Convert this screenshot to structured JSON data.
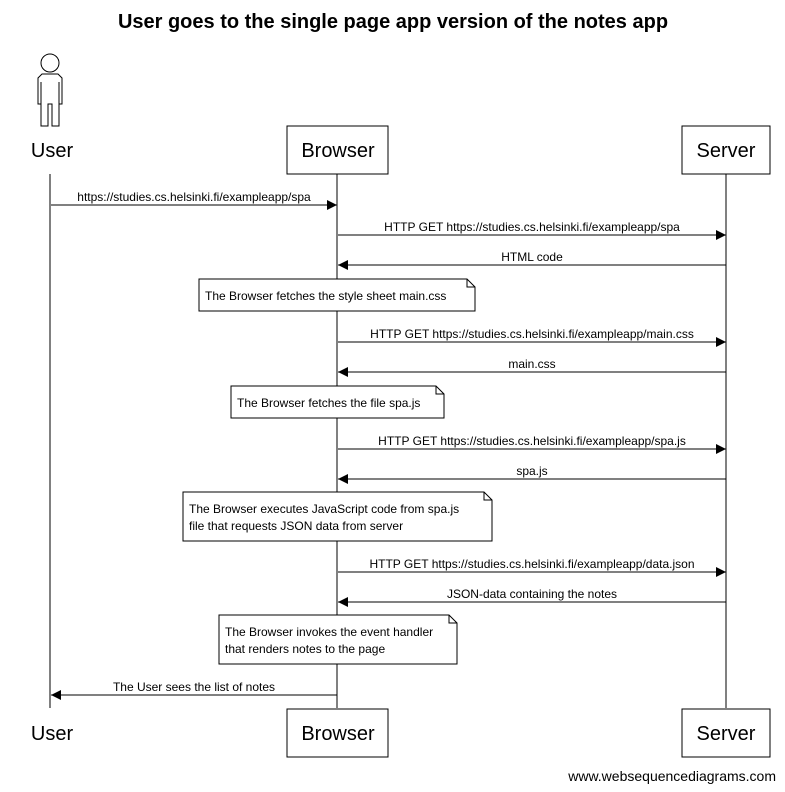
{
  "title": "User goes to the single page app version of the notes app",
  "participants": {
    "user": "User",
    "browser": "Browser",
    "server": "Server"
  },
  "messages": [
    {
      "from": "user",
      "to": "browser",
      "text": "https://studies.cs.helsinki.fi/exampleapp/spa"
    },
    {
      "from": "browser",
      "to": "server",
      "text": "HTTP GET https://studies.cs.helsinki.fi/exampleapp/spa"
    },
    {
      "from": "server",
      "to": "browser",
      "text": "HTML code"
    },
    {
      "from": "browser",
      "to": "server",
      "text": "HTTP GET https://studies.cs.helsinki.fi/exampleapp/main.css"
    },
    {
      "from": "server",
      "to": "browser",
      "text": "main.css"
    },
    {
      "from": "browser",
      "to": "server",
      "text": "HTTP GET https://studies.cs.helsinki.fi/exampleapp/spa.js"
    },
    {
      "from": "server",
      "to": "browser",
      "text": "spa.js"
    },
    {
      "from": "browser",
      "to": "server",
      "text": "HTTP GET https://studies.cs.helsinki.fi/exampleapp/data.json"
    },
    {
      "from": "server",
      "to": "browser",
      "text": "JSON-data containing the notes"
    },
    {
      "from": "browser",
      "to": "user",
      "text": "The User sees the list of notes"
    }
  ],
  "notes": [
    {
      "lines": [
        "The Browser fetches the style sheet main.css"
      ]
    },
    {
      "lines": [
        "The Browser fetches the file spa.js"
      ]
    },
    {
      "lines": [
        "The Browser executes JavaScript code from spa.js",
        "file that requests JSON data from server"
      ]
    },
    {
      "lines": [
        "The Browser invokes the event handler",
        "that renders notes to the page"
      ]
    }
  ],
  "watermark": "www.websequencediagrams.com"
}
